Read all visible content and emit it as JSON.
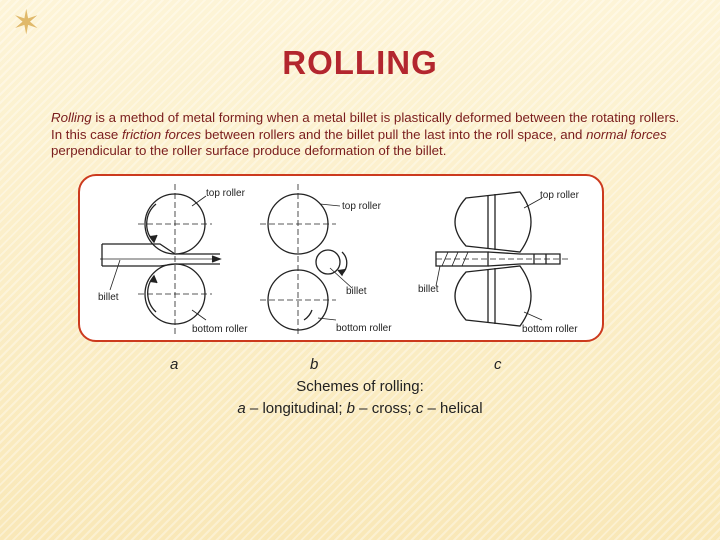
{
  "slide": {
    "title": "Rolling",
    "intro": {
      "term_rolling": "Rolling",
      "text_1": " is a method of metal forming when a metal billet is plastically deformed between the rotating rollers. In this case ",
      "term_friction": "friction forces",
      "text_2": " between rollers and the billet pull the last into the roll space, and ",
      "term_normal": "normal forces",
      "text_3": " perpendicular to the roller surface produce deformation of the billet."
    },
    "diagram_labels": {
      "a_top": "top roller",
      "a_billet": "billet",
      "a_bottom": "bottom roller",
      "b_top": "top roller",
      "b_billet": "billet",
      "b_bottom": "bottom roller",
      "c_top": "top roller",
      "c_billet": "billet",
      "c_bottom": "bottom roller"
    },
    "scheme_letters": {
      "a": "a",
      "b": "b",
      "c": "c"
    },
    "caption": {
      "line1": "Schemes of rolling:",
      "a": "a",
      "a_text": " – longitudinal; ",
      "b": "b",
      "b_text": " – cross; ",
      "c": "c",
      "c_text": " – helical"
    }
  }
}
